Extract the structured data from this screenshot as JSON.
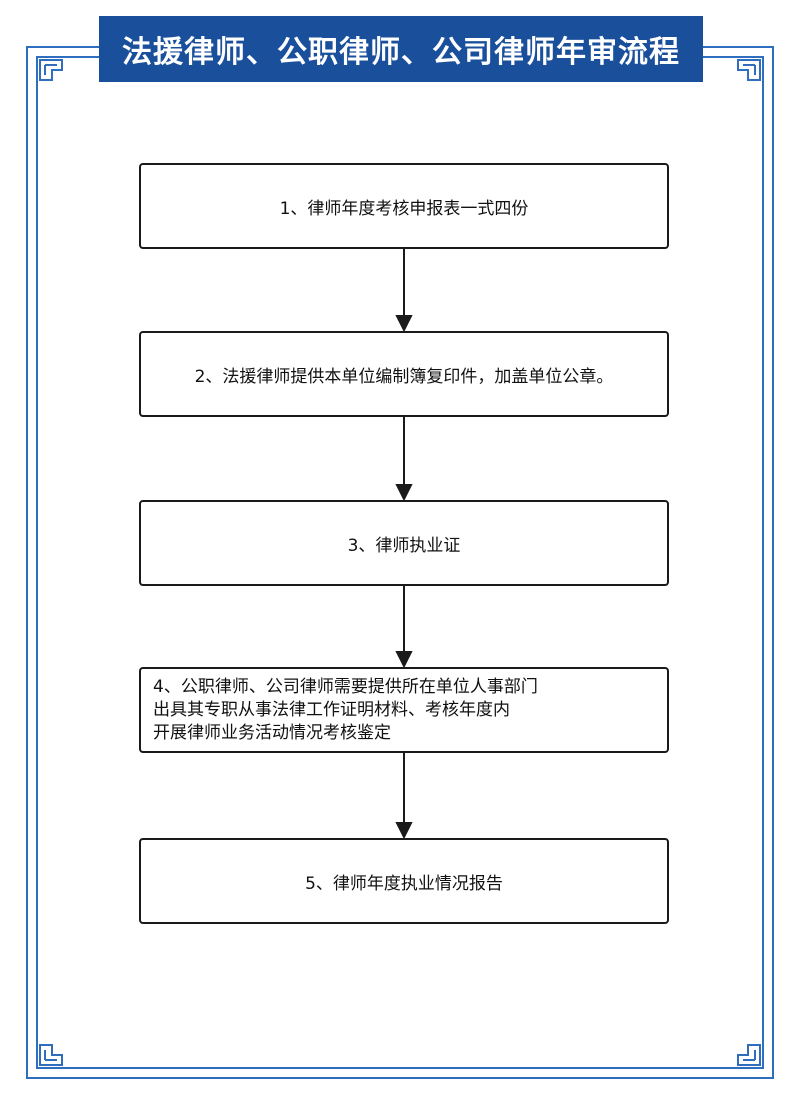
{
  "title": "法援律师、公职律师、公司律师年审流程",
  "steps": [
    {
      "text": "1、律师年度考核申报表一式四份"
    },
    {
      "text": "2、法援律师提供本单位编制簿复印件，加盖单位公章。"
    },
    {
      "text": "3、律师执业证"
    },
    {
      "lines": [
        "4、公职律师、公司律师需要提供所在单位人事部门",
        "出具其专职从事法律工作证明材料、考核年度内",
        "开展律师业务活动情况考核鉴定"
      ]
    },
    {
      "text": "5、律师年度执业情况报告"
    }
  ],
  "colors": {
    "frame": "#2f6dbf",
    "title_bg": "#1a4f9c",
    "title_text": "#ffffff",
    "box_border": "#1a1a1a",
    "arrow": "#1a1a1a"
  }
}
